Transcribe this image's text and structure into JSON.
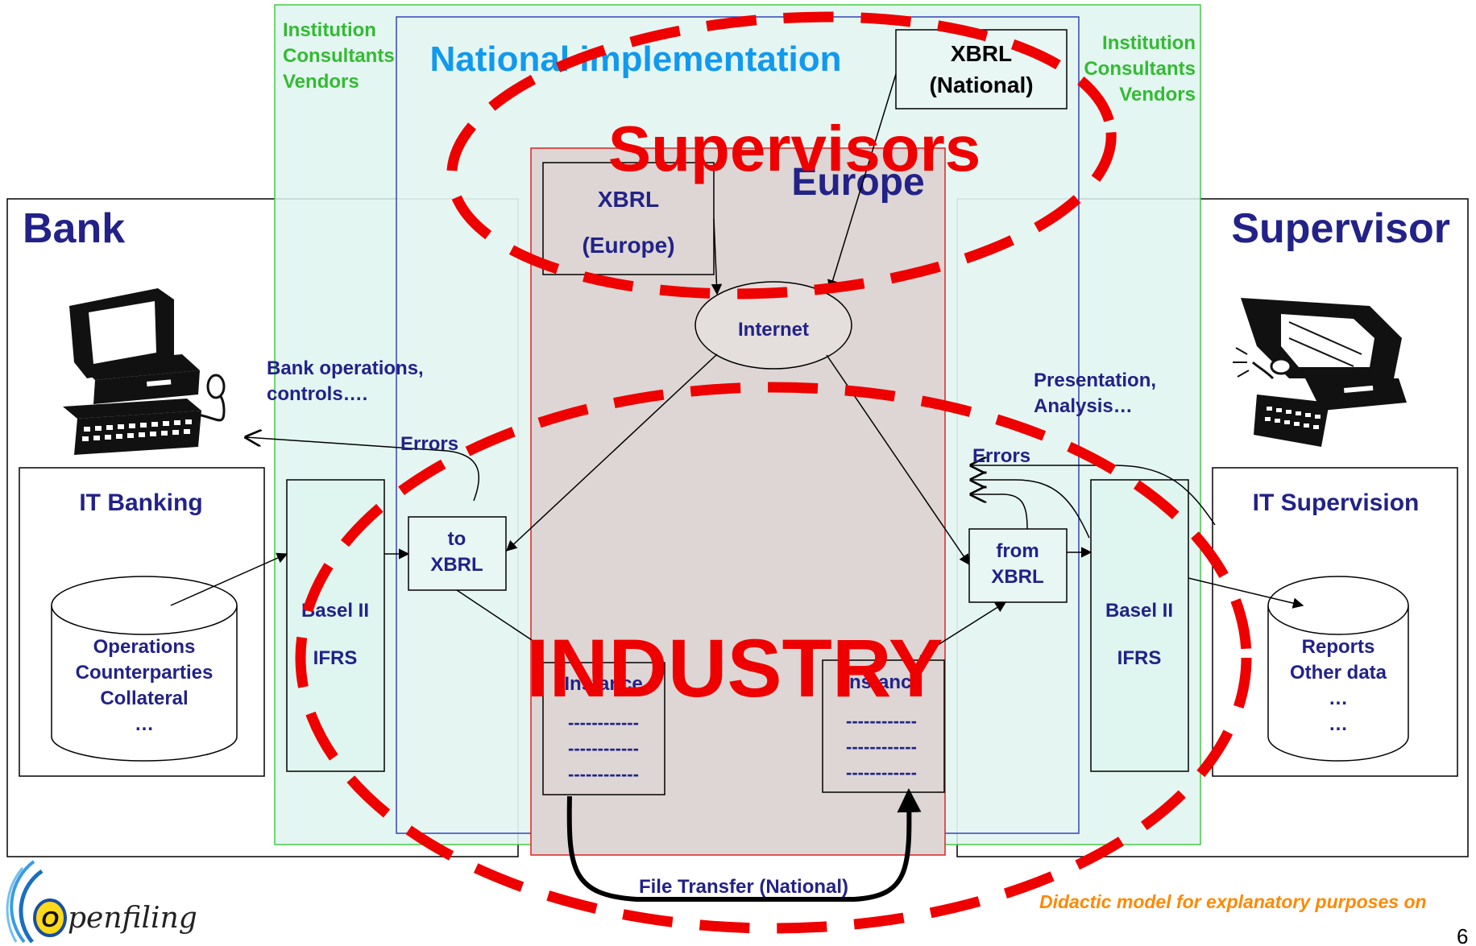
{
  "national_implementation": {
    "title": "National implementation",
    "left_stakeholders": [
      "Institution",
      "Consultants",
      "Vendors"
    ],
    "right_stakeholders": [
      "Institution",
      "Consultants",
      "Vendors"
    ]
  },
  "europe": {
    "title": "Europe"
  },
  "xbrl_national": {
    "line1": "XBRL",
    "line2": "(National)"
  },
  "xbrl_europe": {
    "line1": "XBRL",
    "line2": "(Europe)"
  },
  "supervisors_label": "Supervisors",
  "industry_label": "INDUSTRY",
  "internet_label": "Internet",
  "bank": {
    "title": "Bank",
    "operations_note": [
      "Bank operations,",
      "controls…."
    ],
    "errors": "Errors",
    "it_banking": "IT Banking",
    "db_items": [
      "Operations",
      "Counterparties",
      "Collateral",
      "…"
    ],
    "basel": "Basel II",
    "ifrs": "IFRS",
    "to_xbrl": [
      "to",
      "XBRL"
    ],
    "instance": {
      "title": "Instance",
      "lines": [
        "------------",
        "------------",
        "------------"
      ]
    }
  },
  "supervisor": {
    "title": "Supervisor",
    "presentation_note": [
      "Presentation,",
      "Analysis…"
    ],
    "errors": "Errors",
    "it_supervision": "IT Supervision",
    "db_items": [
      "Reports",
      "Other data",
      "…",
      "…"
    ],
    "basel": "Basel II",
    "ifrs": "IFRS",
    "from_xbrl": [
      "from",
      "XBRL"
    ],
    "instance": {
      "title": "Instance",
      "lines": [
        "------------",
        "------------",
        "------------"
      ]
    }
  },
  "file_transfer": "File Transfer (National)",
  "footer_note": "Didactic model for explanatory purposes on",
  "logo_text": "penfiling",
  "logo_letter": "O",
  "page_number": "6",
  "colors": {
    "navy": "#222288",
    "green": "#33bb33",
    "light_blue": "#1199ee",
    "red": "#ee0000",
    "orange": "#ff8800"
  }
}
